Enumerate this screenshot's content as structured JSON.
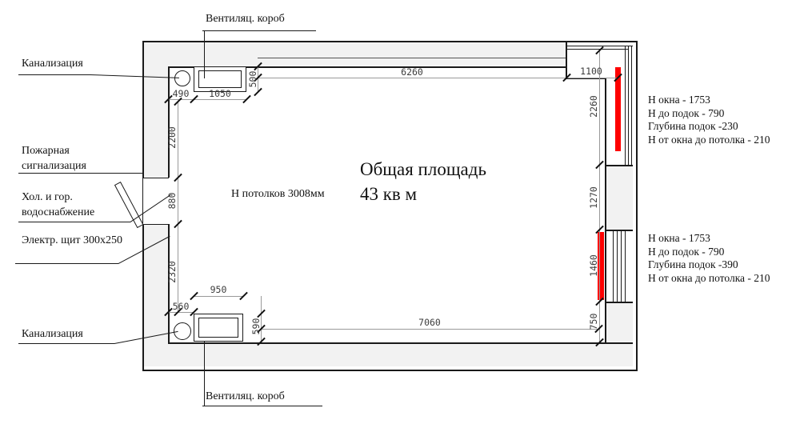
{
  "plan": {
    "area_title": "Общая площадь",
    "area_value": "43 кв м",
    "ceiling_note": "Н потолков 3008мм"
  },
  "labels": {
    "vent_top": "Вентиляц. короб",
    "vent_bottom": "Вентиляц. короб",
    "sewer_top": "Канализация",
    "sewer_bottom": "Канализация",
    "fire_alarm": "Пожарная сигнализация",
    "water_supply": "Хол. и гор. водоснабжение",
    "electric_panel": "Электр. щит 300x250"
  },
  "dims": {
    "d6260": "6260",
    "d1100": "1100",
    "d490": "490",
    "d1050": "1050",
    "d500": "500",
    "d2200": "2200",
    "d880": "880",
    "d2320": "2320",
    "d560": "560",
    "d950": "950",
    "d590": "590",
    "d7060": "7060",
    "d750": "750",
    "d2260": "2260",
    "d1270": "1270",
    "d1460": "1460"
  },
  "window_notes": {
    "top": [
      "Н окна - 1753",
      "Н до подок - 790",
      "Глубина подок -230",
      "Н от окна до потолка - 210"
    ],
    "bottom": [
      "Н окна - 1753",
      "Н до подок - 790",
      "Глубина подок -390",
      "Н от окна до потолка - 210"
    ]
  },
  "colors": {
    "wall_fill": "#f2f2f2",
    "line": "#1a1a1a",
    "dim_line": "#9a9a9a",
    "dim_text": "#3c3c3c",
    "window_marker": "#fe0000"
  }
}
